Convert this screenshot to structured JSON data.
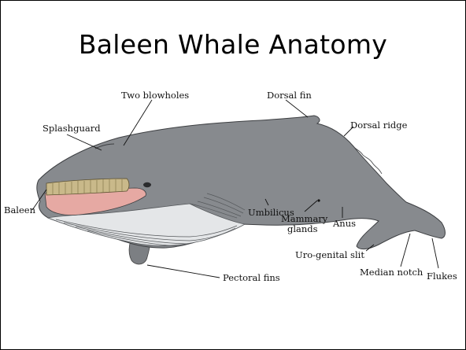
{
  "title": "Baleen Whale Anatomy",
  "labels": {
    "two_blowholes": "Two blowholes",
    "dorsal_fin": "Dorsal fin",
    "splashguard": "Splashguard",
    "dorsal_ridge": "Dorsal ridge",
    "baleen": "Baleen",
    "umbilicus": "Umbilicus",
    "anus": "Anus",
    "mammary_glands_1": "Mammary",
    "mammary_glands_2": "glands",
    "uro_genital_slit": "Uro-genital slit",
    "median_notch": "Median notch",
    "flukes": "Flukes",
    "pectoral_fins": "Pectoral fins"
  },
  "colors": {
    "body": "#878a8e",
    "body_shadow": "#6f7276",
    "mouth": "#e6a9a3",
    "baleen": "#c9b98a",
    "belly": "#e4e6e8"
  }
}
